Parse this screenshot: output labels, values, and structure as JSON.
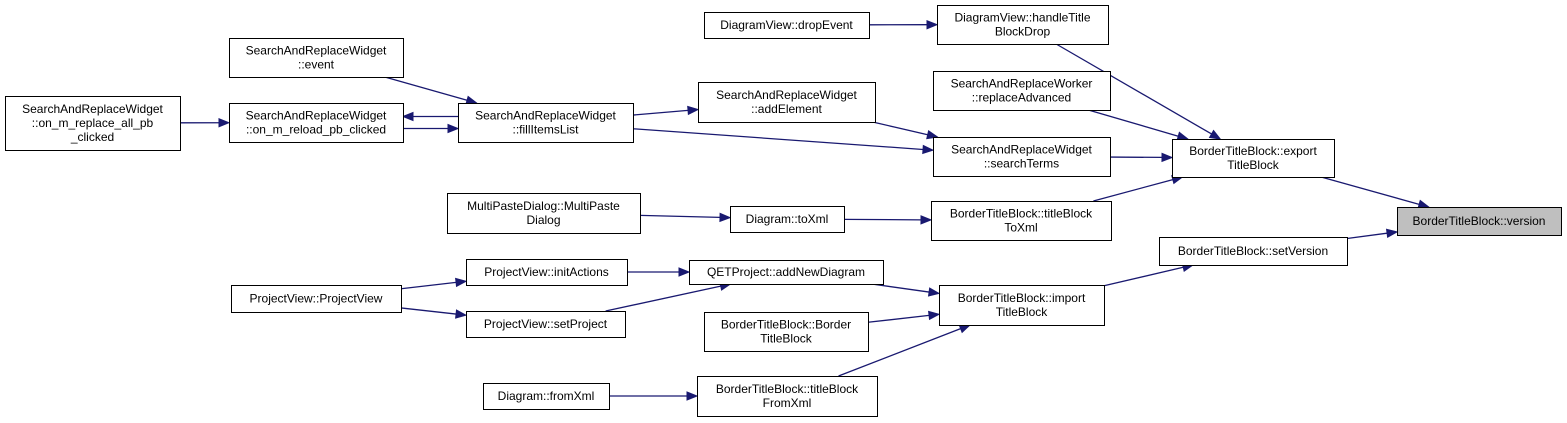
{
  "nodes": [
    {
      "id": "n_version",
      "name": "node-bordertitleblock-version",
      "lines": [
        "BorderTitleBlock::version"
      ],
      "target": true
    },
    {
      "id": "n_export",
      "name": "node-bordertitleblock-exporttitleblock",
      "lines": [
        "BorderTitleBlock::export",
        "TitleBlock"
      ]
    },
    {
      "id": "n_setversion",
      "name": "node-bordertitleblock-setversion",
      "lines": [
        "BorderTitleBlock::setVersion"
      ]
    },
    {
      "id": "n_handledrop",
      "name": "node-diagramview-handletitleblockdrop",
      "lines": [
        "DiagramView::handleTitle",
        "BlockDrop"
      ]
    },
    {
      "id": "n_dropevent",
      "name": "node-diagramview-dropevent",
      "lines": [
        "DiagramView::dropEvent"
      ]
    },
    {
      "id": "n_replaceadv",
      "name": "node-searchandreplaceworker-replaceadvanced",
      "lines": [
        "SearchAndReplaceWorker",
        "::replaceAdvanced"
      ]
    },
    {
      "id": "n_searchterms",
      "name": "node-searchandreplacewidget-searchterms",
      "lines": [
        "SearchAndReplaceWidget",
        "::searchTerms"
      ]
    },
    {
      "id": "n_addelement",
      "name": "node-searchandreplacewidget-addelement",
      "lines": [
        "SearchAndReplaceWidget",
        "::addElement"
      ]
    },
    {
      "id": "n_fillitems",
      "name": "node-searchandreplacewidget-fillitemslist",
      "lines": [
        "SearchAndReplaceWidget",
        "::fillItemsList"
      ]
    },
    {
      "id": "n_event",
      "name": "node-searchandreplacewidget-event",
      "lines": [
        "SearchAndReplaceWidget",
        "::event"
      ]
    },
    {
      "id": "n_reload",
      "name": "node-searchandreplacewidget-reload-clicked",
      "lines": [
        "SearchAndReplaceWidget",
        "::on_m_reload_pb_clicked"
      ]
    },
    {
      "id": "n_replaceall",
      "name": "node-searchandreplacewidget-replaceall-clicked",
      "lines": [
        "SearchAndReplaceWidget",
        "::on_m_replace_all_pb",
        "_clicked"
      ]
    },
    {
      "id": "n_titletoxml",
      "name": "node-bordertitleblock-titleblocktoxml",
      "lines": [
        "BorderTitleBlock::titleBlock",
        "ToXml"
      ]
    },
    {
      "id": "n_toxml",
      "name": "node-diagram-toxml",
      "lines": [
        "Diagram::toXml"
      ]
    },
    {
      "id": "n_multipaste",
      "name": "node-multipastedialog-multipastedialog",
      "lines": [
        "MultiPasteDialog::MultiPaste",
        "Dialog"
      ]
    },
    {
      "id": "n_import",
      "name": "node-bordertitleblock-importtitleblock",
      "lines": [
        "BorderTitleBlock::import",
        "TitleBlock"
      ]
    },
    {
      "id": "n_addnewdiagram",
      "name": "node-qetproject-addnewdiagram",
      "lines": [
        "QETProject::addNewDiagram"
      ]
    },
    {
      "id": "n_initactions",
      "name": "node-projectview-initactions",
      "lines": [
        "ProjectView::initActions"
      ]
    },
    {
      "id": "n_setproject",
      "name": "node-projectview-setproject",
      "lines": [
        "ProjectView::setProject"
      ]
    },
    {
      "id": "n_projectview",
      "name": "node-projectview-projectview",
      "lines": [
        "ProjectView::ProjectView"
      ]
    },
    {
      "id": "n_borderctor",
      "name": "node-bordertitleblock-bordertitleblock",
      "lines": [
        "BorderTitleBlock::Border",
        "TitleBlock"
      ]
    },
    {
      "id": "n_titlefromxml",
      "name": "node-bordertitleblock-titleblockfromxml",
      "lines": [
        "BorderTitleBlock::titleBlock",
        "FromXml"
      ]
    },
    {
      "id": "n_fromxml",
      "name": "node-diagram-fromxml",
      "lines": [
        "Diagram::fromXml"
      ]
    }
  ],
  "edges": [
    {
      "from": "n_export",
      "to": "n_version"
    },
    {
      "from": "n_setversion",
      "to": "n_version"
    },
    {
      "from": "n_handledrop",
      "to": "n_export"
    },
    {
      "from": "n_replaceadv",
      "to": "n_export"
    },
    {
      "from": "n_searchterms",
      "to": "n_export"
    },
    {
      "from": "n_titletoxml",
      "to": "n_export"
    },
    {
      "from": "n_dropevent",
      "to": "n_handledrop"
    },
    {
      "from": "n_addelement",
      "to": "n_searchterms"
    },
    {
      "from": "n_fillitems",
      "to": "n_searchterms"
    },
    {
      "from": "n_fillitems",
      "to": "n_addelement"
    },
    {
      "from": "n_event",
      "to": "n_fillitems"
    },
    {
      "from": "n_reload",
      "to": "n_fillitems"
    },
    {
      "from": "n_fillitems",
      "to": "n_reload"
    },
    {
      "from": "n_replaceall",
      "to": "n_reload"
    },
    {
      "from": "n_toxml",
      "to": "n_titletoxml"
    },
    {
      "from": "n_multipaste",
      "to": "n_toxml"
    },
    {
      "from": "n_import",
      "to": "n_setversion"
    },
    {
      "from": "n_addnewdiagram",
      "to": "n_import"
    },
    {
      "from": "n_borderctor",
      "to": "n_import"
    },
    {
      "from": "n_titlefromxml",
      "to": "n_import"
    },
    {
      "from": "n_initactions",
      "to": "n_addnewdiagram"
    },
    {
      "from": "n_setproject",
      "to": "n_addnewdiagram"
    },
    {
      "from": "n_projectview",
      "to": "n_initactions"
    },
    {
      "from": "n_projectview",
      "to": "n_setproject"
    },
    {
      "from": "n_fromxml",
      "to": "n_titlefromxml"
    }
  ]
}
